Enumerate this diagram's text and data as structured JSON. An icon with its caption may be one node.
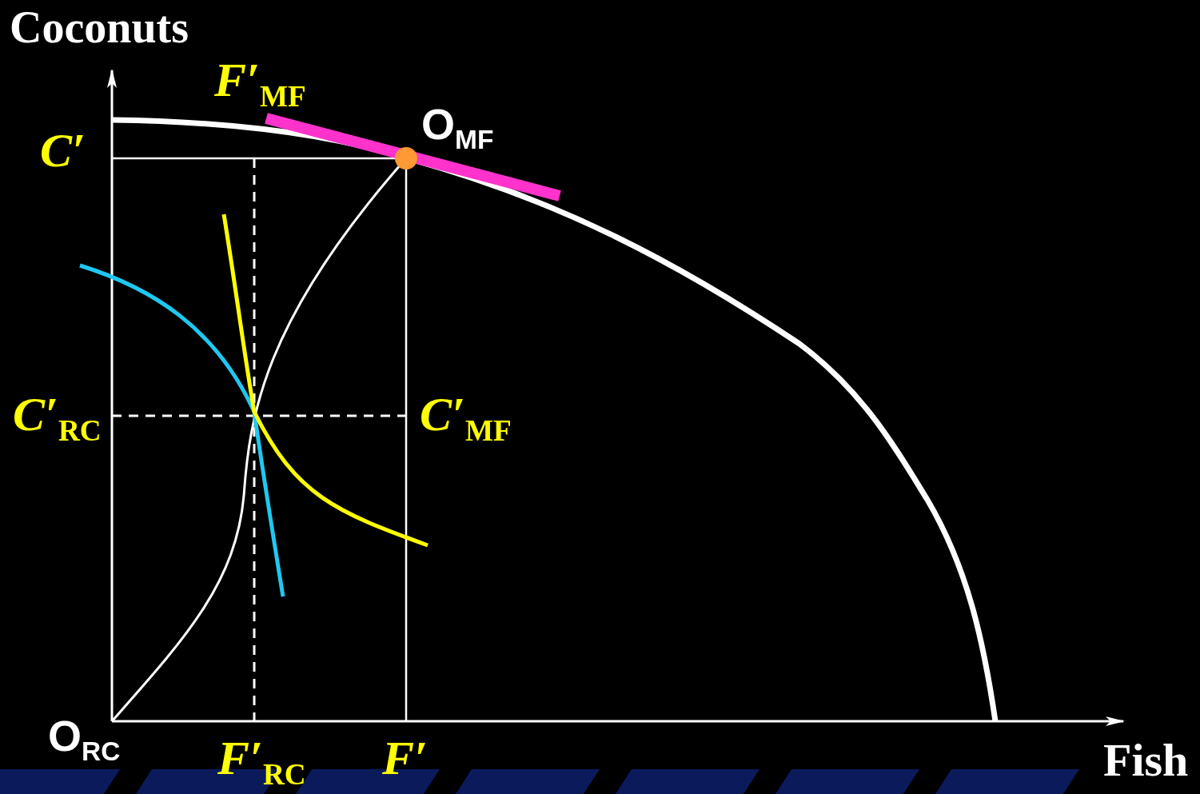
{
  "diagram": {
    "labels": [
      "Coconuts",
      "*F′*$_{MF}$",
      "O$_{MF}$",
      "*C′*",
      "*C′*$_{RC}$",
      "*C′*$_{MF}$",
      "O$_{RC}$",
      "*F′*$_{RC}$",
      "*F′*",
      "Fish"
    ]
  }
}
